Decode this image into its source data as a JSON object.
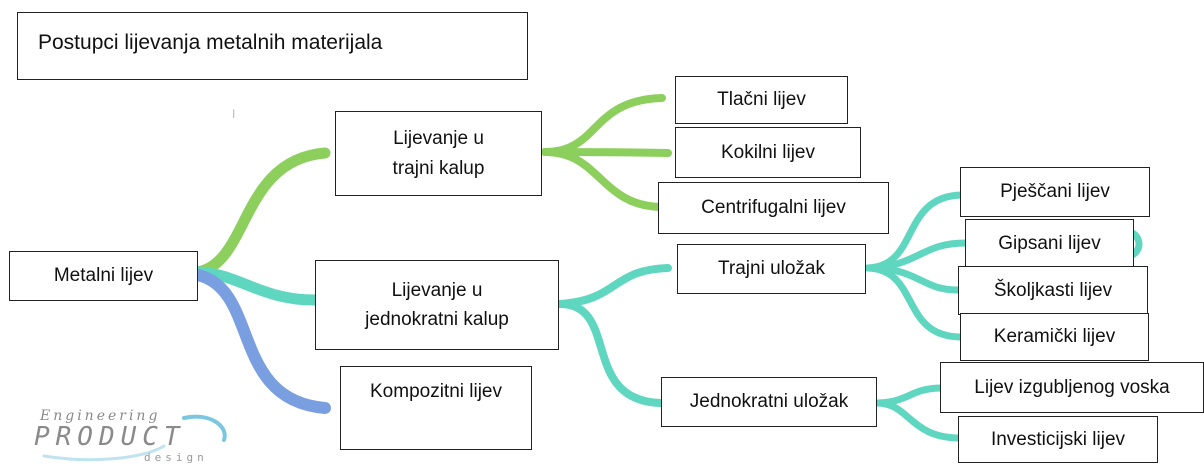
{
  "title": "Postupci lijevanja metalnih materijala",
  "nodes": {
    "root": "Metalni lijev",
    "trajni_kalup": "Lijevanje u\ntrajni kalup",
    "jednokratni_kalup": "Lijevanje u\njednokratni kalup",
    "kompozitni": "Kompozitni lijev",
    "tlacni": "Tlačni lijev",
    "kokilni": "Kokilni lijev",
    "centrifugalni": "Centrifugalni lijev",
    "trajni_ulozak": "Trajni uložak",
    "jednokratni_ulozak": "Jednokratni uložak",
    "pjescani": "Pješčani lijev",
    "gipsani": "Gipsani lijev",
    "skoljkasti": "Školjkasti lijev",
    "keramicki": "Keramički lijev",
    "izgubljeni_vosak": "Lijev izgubljenog voska",
    "investicijski": "Investicijski lijev"
  },
  "logo": {
    "line1": "Engineering",
    "line2": "PRODUCT",
    "line3": "design"
  },
  "colors": {
    "green": "#8ccf5c",
    "teal": "#5fd6bf",
    "blue": "#7a9fe0",
    "logo_swoosh": "#7cc7e0"
  }
}
